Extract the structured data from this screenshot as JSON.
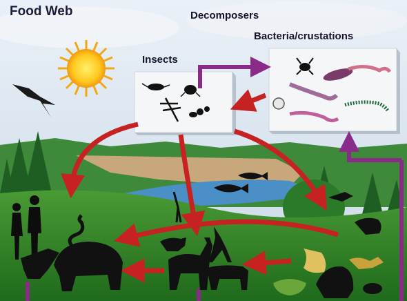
{
  "title": "Food Web",
  "labels": {
    "decomposers": "Decomposers",
    "bacteria": "Bacteria/crustations",
    "insects": "Insects"
  },
  "colors": {
    "food_arrow": "#c62222",
    "decomposer_arrow": "#8a2b8a",
    "sun": "#ffc81e",
    "sky": "#dfe9f2",
    "grass": "#2f8a2a",
    "water": "#4a8fc6",
    "silhouette": "#111111"
  },
  "icons": [
    "sun-icon",
    "bird-icon",
    "beetle-icon",
    "dragonfly-icon",
    "ant-icon",
    "ladybug-icon",
    "crab-icon",
    "worm-icon",
    "shell-icon",
    "centipede-icon",
    "human-icon",
    "snake-icon",
    "wolf-icon",
    "lion-icon",
    "pig-icon",
    "giraffe-icon",
    "deer-icon",
    "cow-icon",
    "fish-icon",
    "heron-icon",
    "hawk-icon",
    "mole-icon",
    "frog-icon",
    "scorpion-icon",
    "bear-icon",
    "mouse-icon",
    "owl-icon"
  ]
}
